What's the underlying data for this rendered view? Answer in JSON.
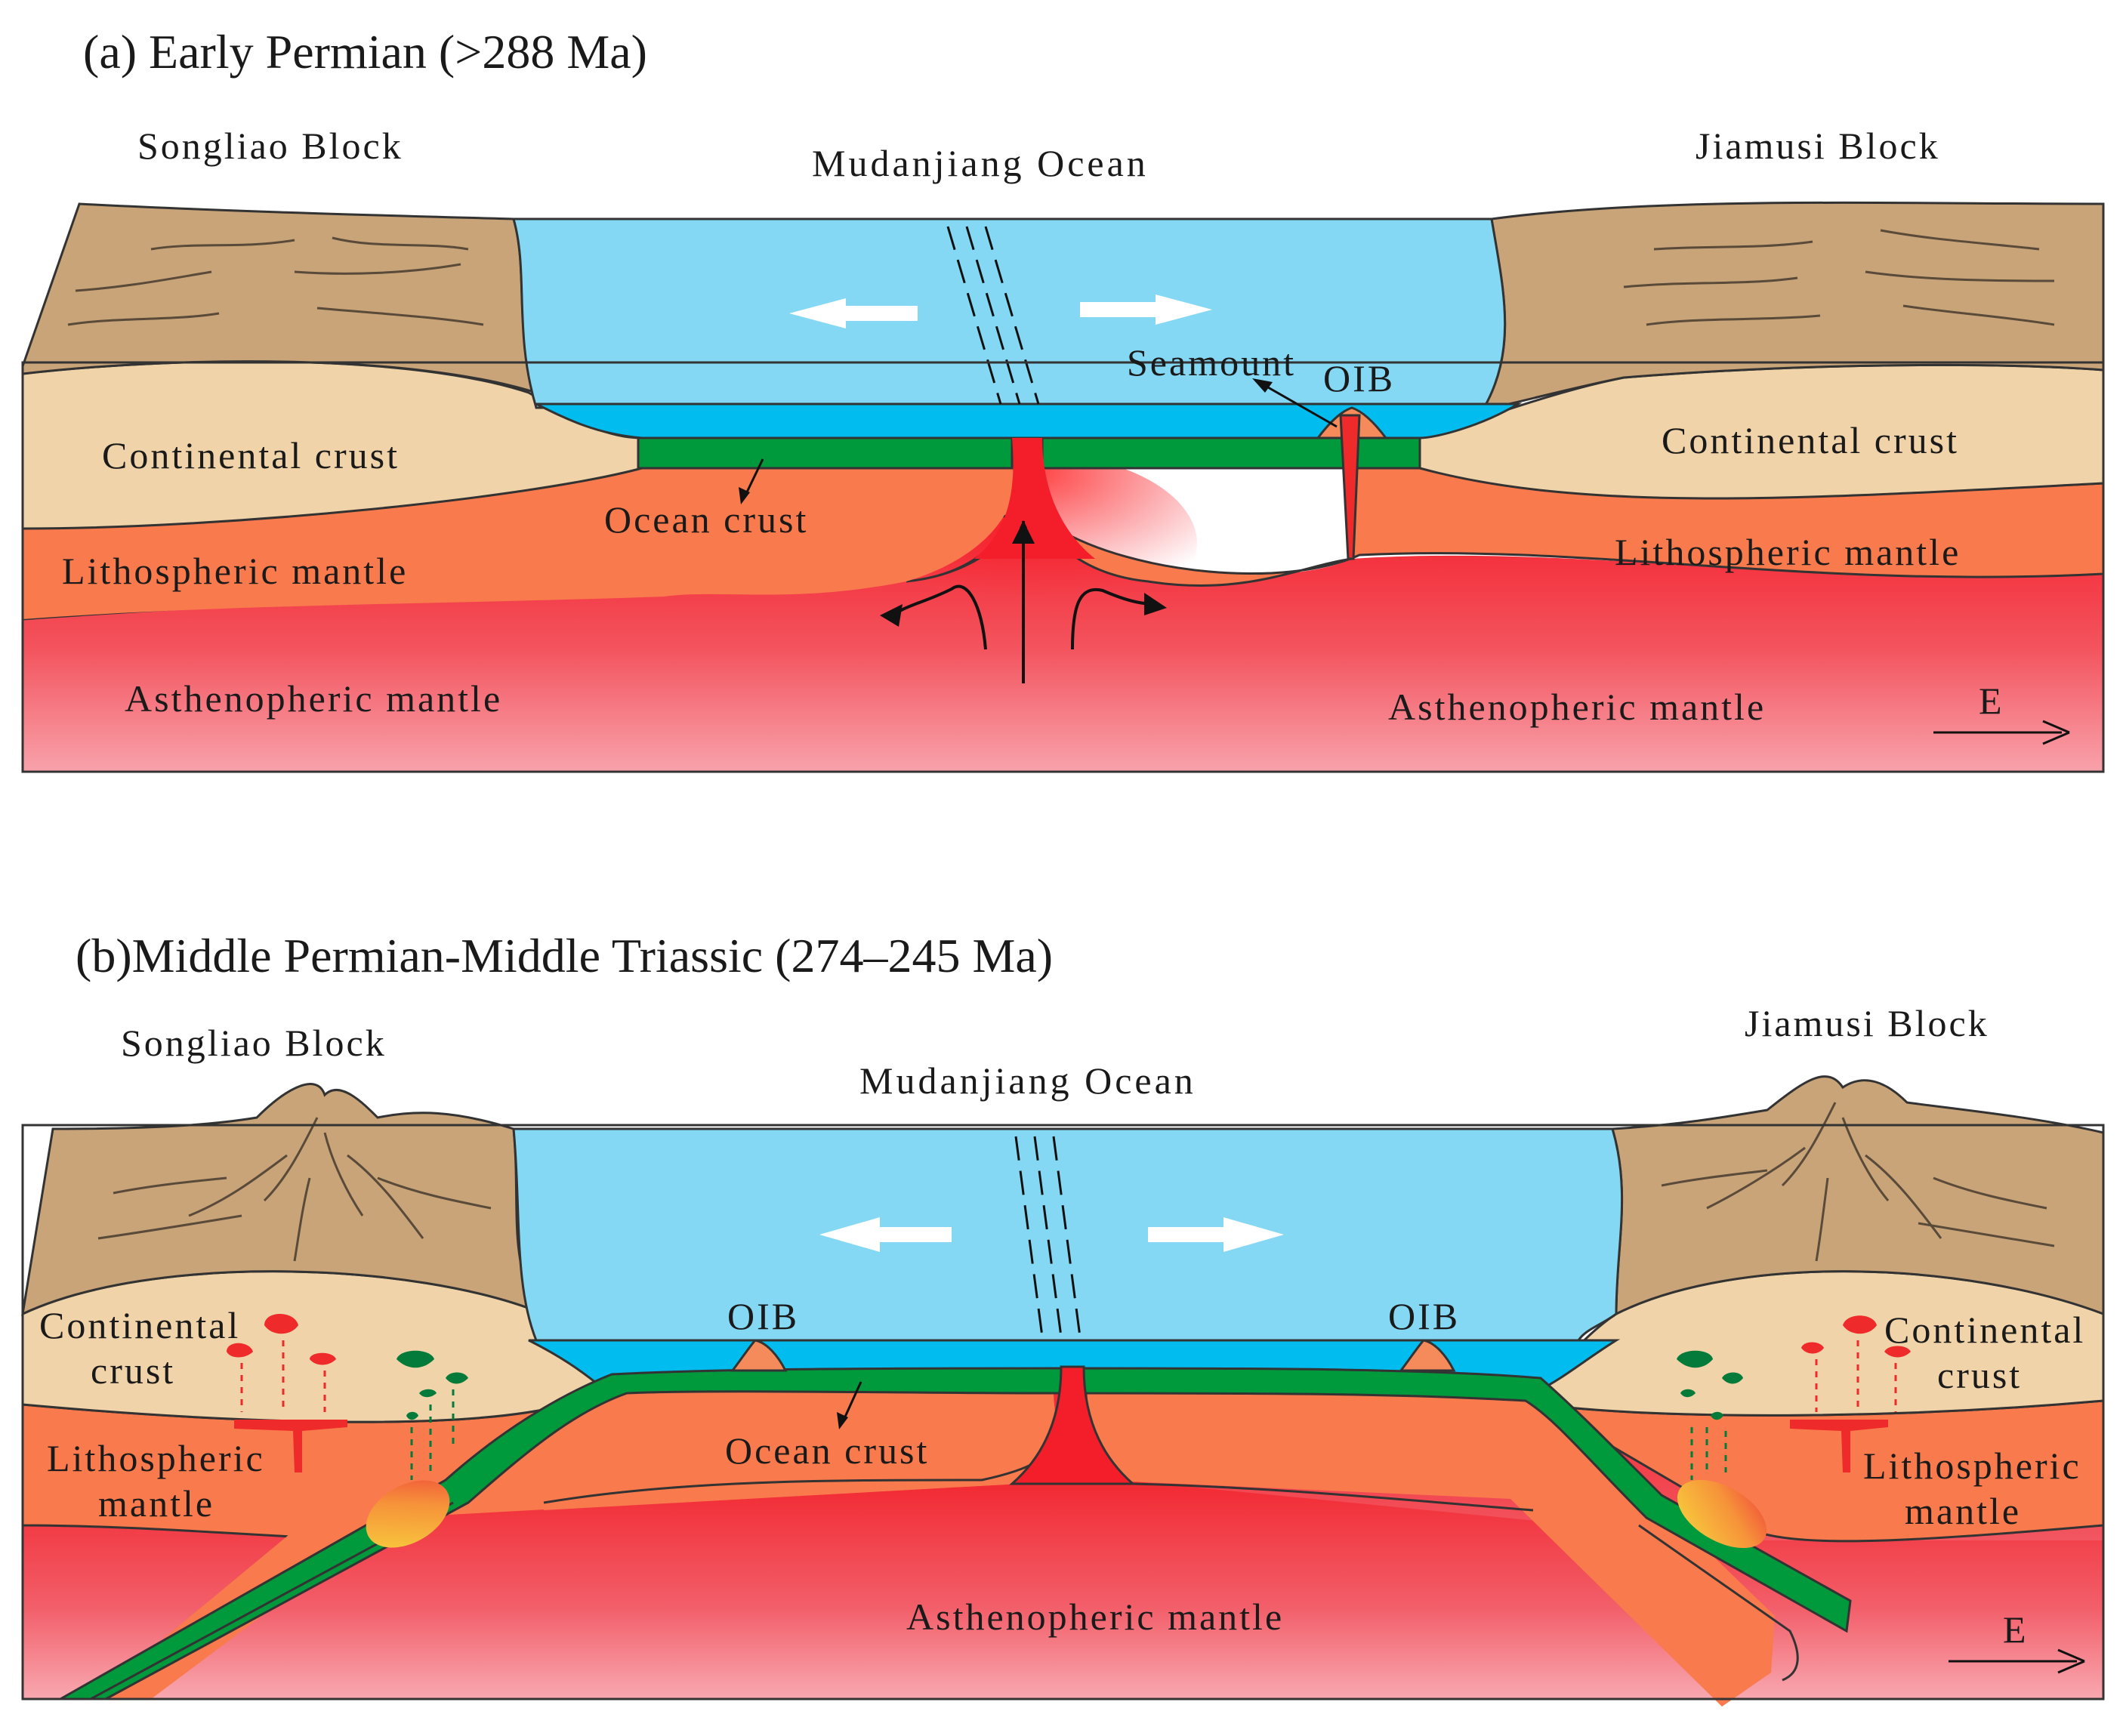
{
  "panel_a": {
    "title": "(a) Early Permian (>288 Ma)",
    "left_block": "Songliao Block",
    "right_block": "Jiamusi Block",
    "ocean": "Mudanjiang Ocean",
    "seamount": "Seamount",
    "oib": "OIB",
    "crust_left": "Continental crust",
    "crust_right": "Continental crust",
    "ocean_crust": "Ocean crust",
    "litho_left": "Lithospheric mantle",
    "litho_right": "Lithospheric mantle",
    "astheno_left": "Asthenopheric mantle",
    "astheno_right": "Asthenopheric mantle",
    "direction": "E"
  },
  "panel_b": {
    "title": "(b)Middle Permian-Middle Triassic (274–245 Ma)",
    "left_block": "Songliao Block",
    "right_block": "Jiamusi Block",
    "ocean": "Mudanjiang Ocean",
    "oib_left": "OIB",
    "oib_right": "OIB",
    "crust_left_1": "Continental",
    "crust_left_2": "crust",
    "crust_right_1": "Continental",
    "crust_right_2": "crust",
    "litho_left_1": "Lithospheric",
    "litho_left_2": "mantle",
    "litho_right_1": "Lithospheric",
    "litho_right_2": "mantle",
    "ocean_crust": "Ocean crust",
    "astheno": "Asthenopheric mantle",
    "direction": "E"
  },
  "colors": {
    "ocean": "#84d8f4",
    "ocean_floor": "#00bcef",
    "upper_crust": "#c8a478",
    "continental_crust": "#f0d3a8",
    "litho_mantle": "#f97a4c",
    "astheno_top": "#f41d2a",
    "astheno_bottom": "#f7939e",
    "oceanic_slab": "#009a3c",
    "magma": "#ef2a2a"
  }
}
